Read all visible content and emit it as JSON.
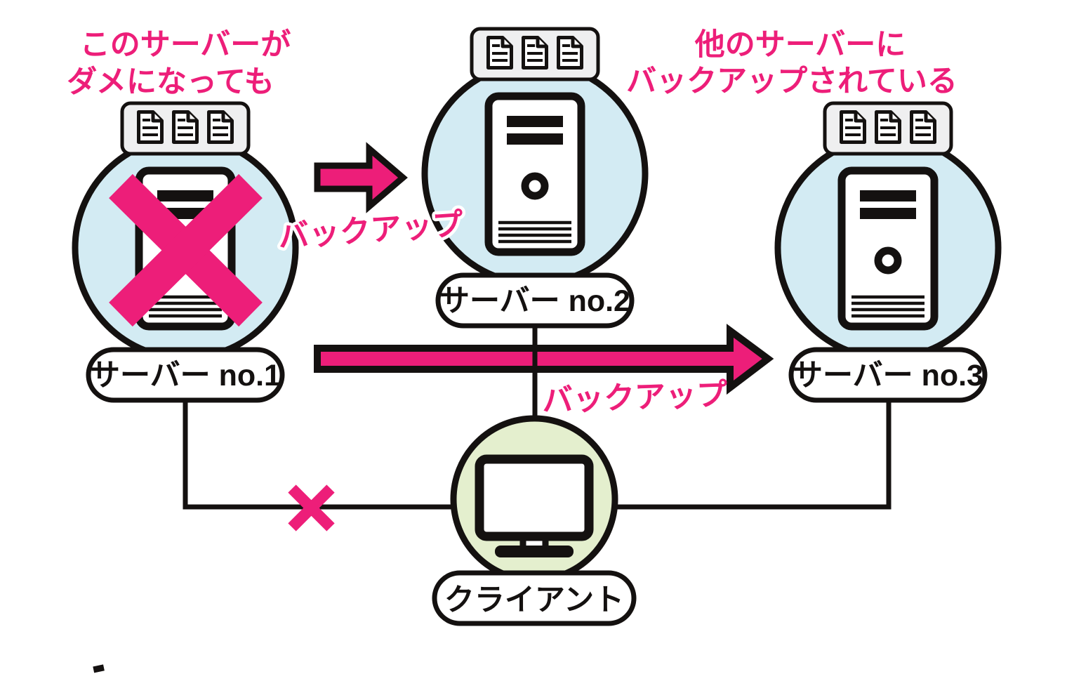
{
  "colors": {
    "pink": "#ED1E79",
    "ink": "#141110",
    "blue": "#d3ebf3",
    "green": "#e4efce",
    "gray": "#efeff0"
  },
  "annotation_left": {
    "line1": "このサーバーが",
    "line2": "ダメになっても"
  },
  "annotation_right": {
    "line1": "他のサーバーに",
    "line2": "バックアップされている"
  },
  "backup_arrow_1": {
    "label": "バックアップ"
  },
  "backup_arrow_2": {
    "label": "バックアップ"
  },
  "nodes": {
    "server1": {
      "label": "サーバー no.1"
    },
    "server2": {
      "label": "サーバー no.2"
    },
    "server3": {
      "label": "サーバー no.3"
    },
    "client": {
      "label": "クライアント"
    }
  }
}
